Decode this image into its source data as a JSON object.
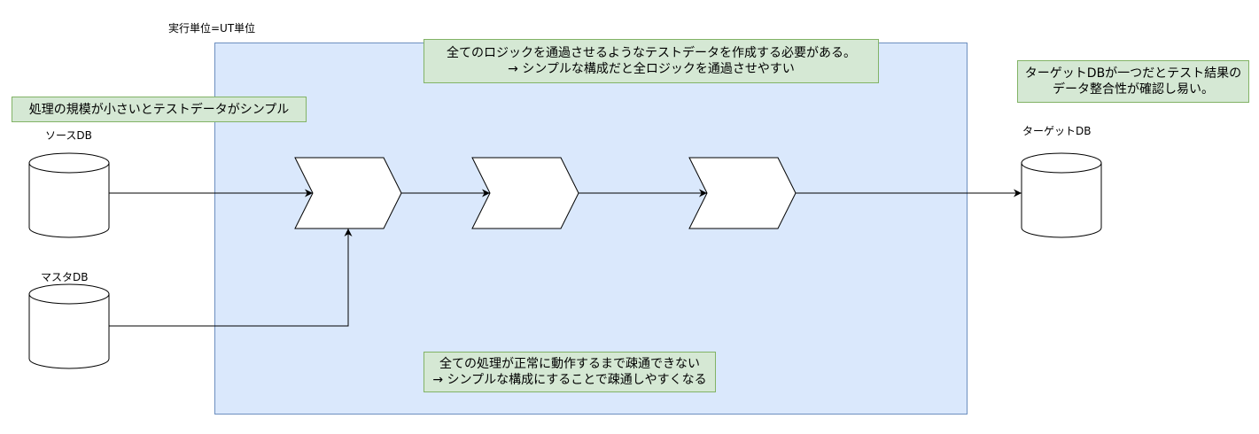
{
  "labels": {
    "exec_unit": "実行単位=UT単位",
    "source_db": "ソースDB",
    "master_db": "マスタDB",
    "target_db": "ターゲットDB"
  },
  "notes": {
    "small_scale": "処理の規模が小さいとテストデータがシンプル",
    "logic_line1": "全てのロジックを通過させるようなテストデータを作成する必要がある。",
    "logic_line2": "→ シンプルな構成だと全ロジックを通過させやすい",
    "target_line1": "ターゲットDBが一つだとテスト結果の",
    "target_line2": "データ整合性が確認し易い。",
    "comm_line1": "全ての処理が正常に動作するまで疎通できない",
    "comm_line2": "→ シンプルな構成にすることで疎通しやすくなる"
  },
  "colors": {
    "region_fill": "#dae8fc",
    "region_stroke": "#6c8ebf",
    "note_fill": "#d5e8d4",
    "note_stroke": "#82b366",
    "shape_stroke": "#000000"
  }
}
